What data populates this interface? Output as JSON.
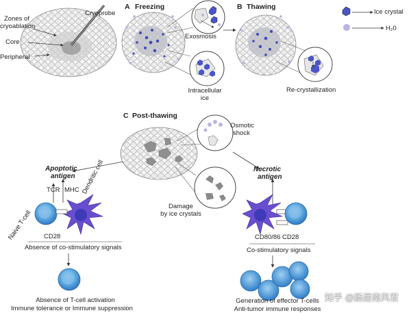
{
  "colors": {
    "ice_crystal": "#4a55c8",
    "water": "#b8b5e0",
    "tcell": "#3d8ed0",
    "dendritic": "#6a4ed0",
    "tissue_gray": "#8a8a8a"
  },
  "tissue_labels": {
    "zones": "Zones of",
    "zones2": "cryoablation",
    "core": "Core",
    "peripheral": "Peripheral",
    "cryoprobe": "Cryoprobe"
  },
  "panel_a": {
    "letter": "A",
    "title": "Freezing",
    "exosmosis": "Exosmosis",
    "intracellular": "Intracellular",
    "ice": "ice"
  },
  "panel_b": {
    "letter": "B",
    "title": "Thawing",
    "recrystallization": "Re-crystallization"
  },
  "legend": {
    "ice_crystal": "Ice crystal",
    "water": "H₂0"
  },
  "panel_c": {
    "letter": "C",
    "title": "Post-thawing",
    "osmotic": "Osmotic",
    "shock": "shock",
    "damage": "Damage",
    "damage2": "by ice crystals"
  },
  "left_pathway": {
    "antigen_1": "Apoptotic",
    "antigen_2": "antigen",
    "tcr": "TCR",
    "mhc": "MHC",
    "dendritic": "Dendritic cell",
    "naive": "Naive T-cell",
    "cd28": "CD28",
    "signal": "Absence of co-stimulatory signals",
    "outcome_1": "Absence of T-cell activation",
    "outcome_2": "Immune tolerance or Immune suppression"
  },
  "right_pathway": {
    "antigen_1": "Necrotic",
    "antigen_2": "antigen",
    "cd80": "CD80/86",
    "cd28": "CD28",
    "signal": "Co-stimulatory signals",
    "outcome_1": "Generation of effector T-cells",
    "outcome_2": "Anti-tumor immune responses"
  },
  "watermark": "知乎 @肠居南风君"
}
